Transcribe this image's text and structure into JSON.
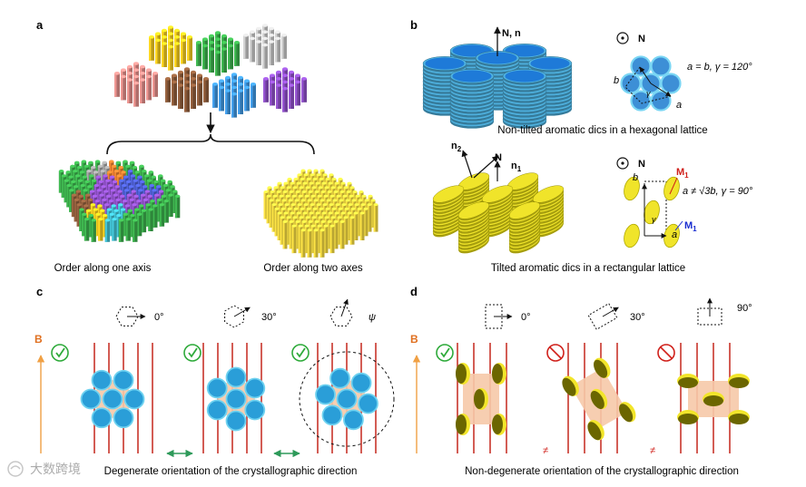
{
  "panels": {
    "a": {
      "letter": "a",
      "caption_left": "Order along one axis",
      "caption_right": "Order along two axes"
    },
    "b": {
      "letter": "b",
      "top": {
        "director_label": "N, n",
        "schematic_label": "N",
        "lattice_eq": "a = b, γ = 120°",
        "axis_a": "a",
        "axis_b": "b",
        "angle": "γ",
        "caption": "Non-tilted aromatic dics in a hexagonal lattice"
      },
      "bottom": {
        "n2": "n",
        "n2_sub": "2",
        "N": "N",
        "n1": "n",
        "n1_sub": "1",
        "schematic_label": "N",
        "M1_top": "M",
        "M1_top_sub": "1",
        "M1_bot": "M",
        "M1_bot_sub": "1",
        "lattice_eq": "a ≠ √3b, γ = 90°",
        "axis_a": "a",
        "axis_b": "b",
        "angle": "γ",
        "caption": "Tilted aromatic dics in a rectangular lattice"
      }
    },
    "c": {
      "letter": "c",
      "field_label": "B",
      "angles": [
        "0°",
        "30°",
        "ψ"
      ],
      "caption": "Degenerate orientation of the crystallographic direction"
    },
    "d": {
      "letter": "d",
      "field_label": "B",
      "angles": [
        "0°",
        "30°",
        "90°"
      ],
      "neq": "≠",
      "caption": "Non-degenerate orientation of the crystallographic direction"
    }
  },
  "watermark": "大数跨境",
  "colors": {
    "blue": "#2a9ed8",
    "blue_rim": "#6fd2f0",
    "yellow": "#f2e52a",
    "olive": "#6b6600",
    "red_line": "#c8342a",
    "orange_arrow": "#f0a044",
    "green_arrow": "#2e9a5a",
    "peach": "#f6c9a8"
  }
}
